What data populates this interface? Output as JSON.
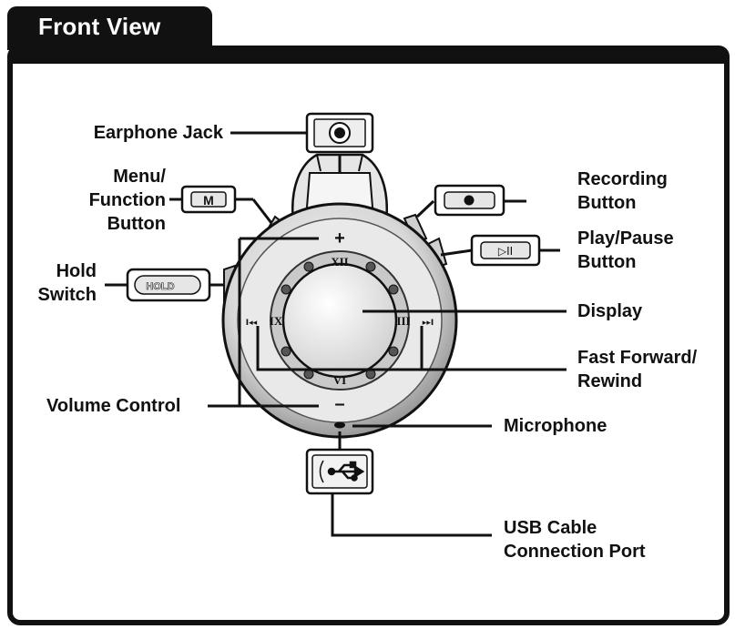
{
  "header": {
    "title": "Front View"
  },
  "labels": {
    "earphone_jack": "Earphone Jack",
    "menu_line1": "Menu/",
    "menu_line2": "Function",
    "menu_line3": "Button",
    "hold_line1": "Hold",
    "hold_line2": "Switch",
    "volume": "Volume Control",
    "recording_line1": "Recording",
    "recording_line2": "Button",
    "play_line1": "Play/Pause",
    "play_line2": "Button",
    "display": "Display",
    "ff_line1": "Fast Forward/",
    "ff_line2": "Rewind",
    "microphone": "Microphone",
    "usb_line1": "USB Cable",
    "usb_line2": "Connection Port"
  },
  "device": {
    "menu_key": "M",
    "hold_key": "HOLD",
    "play_key": "▷II",
    "vol_plus": "+",
    "vol_minus": "–",
    "numerals": {
      "top": "XII",
      "left": "IX",
      "right": "III",
      "bottom": "VI"
    },
    "skip_back": "I◂◂",
    "skip_fwd": "▸▸I"
  },
  "colors": {
    "ink": "#111111",
    "frame": "#111111",
    "device_fill": "#dcdcdc",
    "display": "#eeeeee"
  }
}
